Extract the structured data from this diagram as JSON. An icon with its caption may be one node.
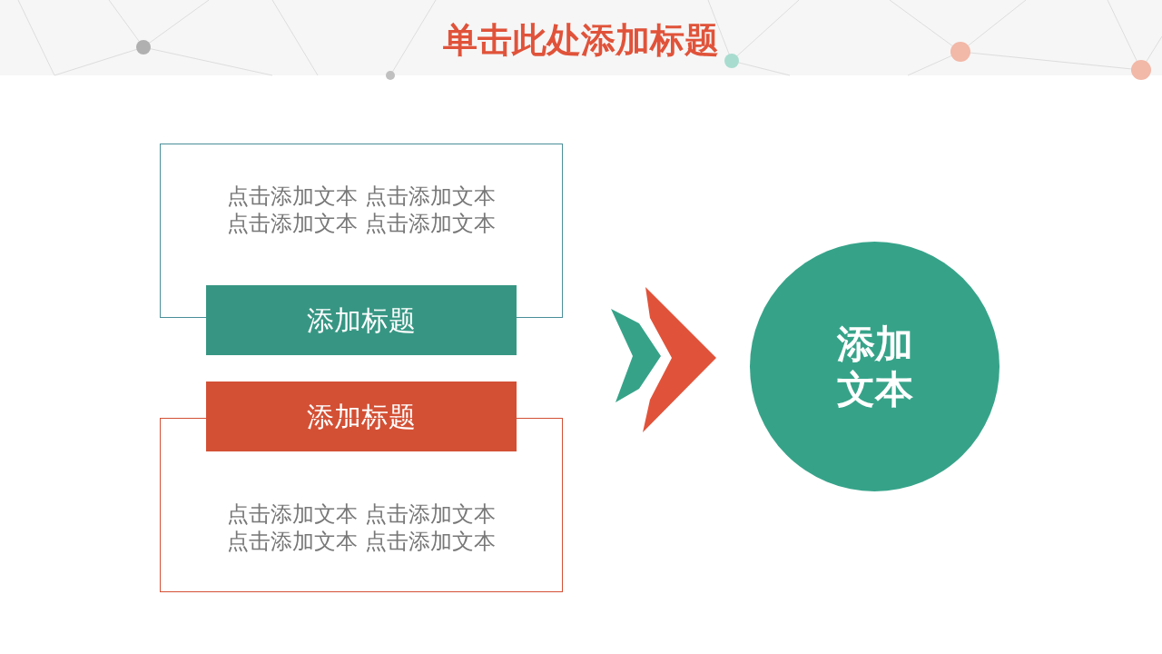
{
  "diagram": {
    "title": "单击此处添加标题",
    "nodes": [
      {
        "text": [
          "点击添加文本 点击添加文本点击添加文本 点击添加文本"
        ]
      },
      {
        "text": [
          "添加标题"
        ]
      },
      {
        "text": [
          "添加标题"
        ]
      },
      {
        "text": [
          "点击添加文本 点击添加文本点击添加文本 点击添加文本"
        ]
      },
      {
        "text": [
          "添加文本"
        ]
      }
    ],
    "edges": [
      {
        "from": null,
        "to": 4,
        "arrow": "to"
      }
    ]
  }
}
